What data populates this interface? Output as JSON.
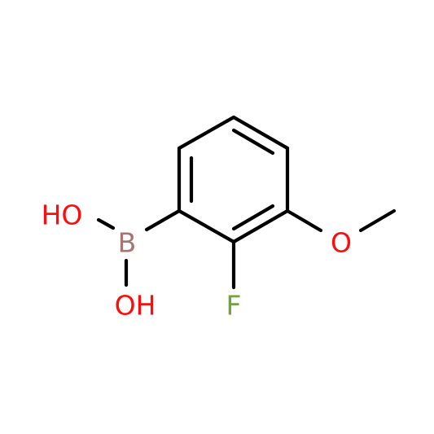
{
  "molecule": {
    "atoms": {
      "oh_top": {
        "label": "HO",
        "color": "#ff0d0d"
      },
      "oh_bottom": {
        "label": "OH",
        "color": "#ff0d0d"
      },
      "boron": {
        "label": "B",
        "color": "#a5756f"
      },
      "fluorine": {
        "label": "F",
        "color": "#6fa33c"
      },
      "oxygen": {
        "label": "O",
        "color": "#ff0d0d"
      }
    },
    "bond_color": "#000000"
  }
}
